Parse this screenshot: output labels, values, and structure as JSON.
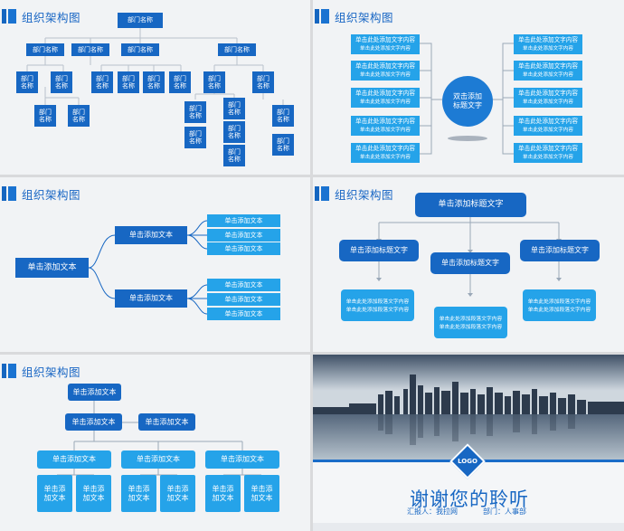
{
  "p1": {
    "title": "组织架构图",
    "root": "部门名称",
    "level1": [
      "部门名称",
      "部门名称",
      "部门名称",
      "部门名称"
    ],
    "leaf": "部门\n名称"
  },
  "p2": {
    "title": "组织架构图",
    "center": "双击添加\n标题文字",
    "line1": "单击此处添加文字内容",
    "line2": "单击此处添加文字内容"
  },
  "p3": {
    "title": "组织架构图",
    "root": "单击添加文本",
    "mid": "单击添加文本",
    "leaf": "单击添加文本"
  },
  "p4": {
    "title": "组织架构图",
    "top": "单击添加标题文字",
    "sub": "单击添加标题文字",
    "desc1": "单击此处添加段落文字内容",
    "desc2": "单击此处添加段落文字内容"
  },
  "p5": {
    "title": "组织架构图",
    "root": "单击添加文本",
    "l2": "单击添加文本",
    "l3": "单击添加文本",
    "leaf": "单击添\n加文本"
  },
  "p6": {
    "logo": "LOGO",
    "thanks": "谢谢您的聆听",
    "reporter": "汇报人：我拉网",
    "dept": "部门：人事部"
  },
  "colors": {
    "dark": "#1767c3",
    "light": "#25a3e9",
    "bg": "#f1f3f5"
  }
}
